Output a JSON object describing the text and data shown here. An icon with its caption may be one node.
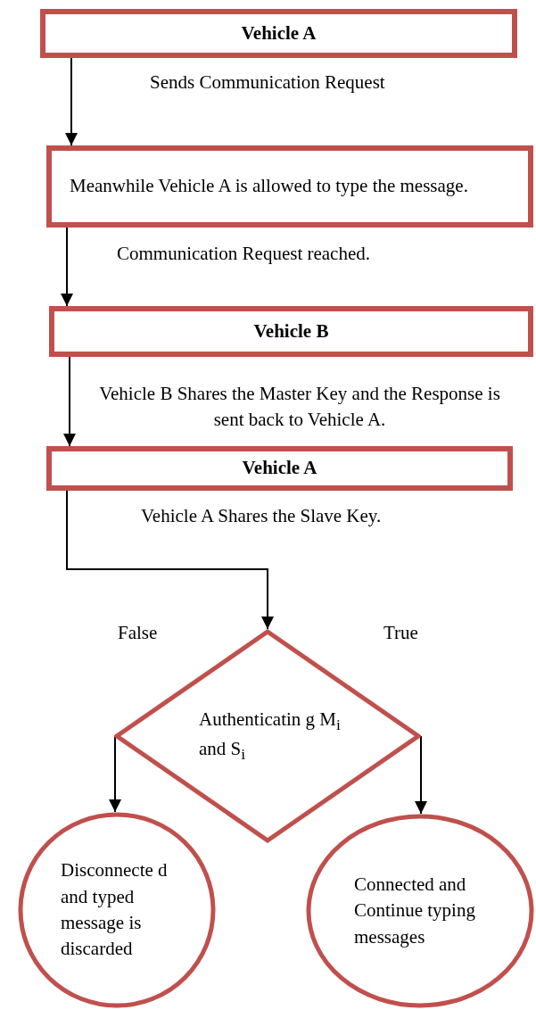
{
  "diagram": {
    "nodes": [
      {
        "text": [
          "Vehicle A"
        ]
      },
      {
        "text": [
          "Meanwhile Vehicle A is allowed to type the message."
        ]
      },
      {
        "text": [
          "Vehicle B"
        ]
      },
      {
        "text": [
          "Vehicle A"
        ]
      },
      {
        "text": [
          "Authenticatin g M$_{i}$ and S$_{i}$"
        ]
      },
      {
        "text": [
          "Disconnecte d and typed message is discarded"
        ]
      },
      {
        "text": [
          "Connected and Continue typing messages"
        ]
      }
    ],
    "edges": [
      {
        "from": 0,
        "to": 1,
        "arrow": "to",
        "label": "Sends Communication Request"
      },
      {
        "from": 1,
        "to": 2,
        "arrow": "to",
        "label": "Communication Request reached."
      },
      {
        "from": 2,
        "to": 3,
        "arrow": "to",
        "label": "Vehicle B Shares the Master Key and the Response is sent back to Vehicle A."
      },
      {
        "from": 3,
        "to": 4,
        "arrow": "to",
        "label": "Vehicle A Shares the Slave Key."
      },
      {
        "from": 4,
        "to": 5,
        "arrow": "to"
      },
      {
        "from": 4,
        "to": 6,
        "arrow": "to"
      }
    ],
    "labels": [
      "False",
      "True"
    ]
  }
}
